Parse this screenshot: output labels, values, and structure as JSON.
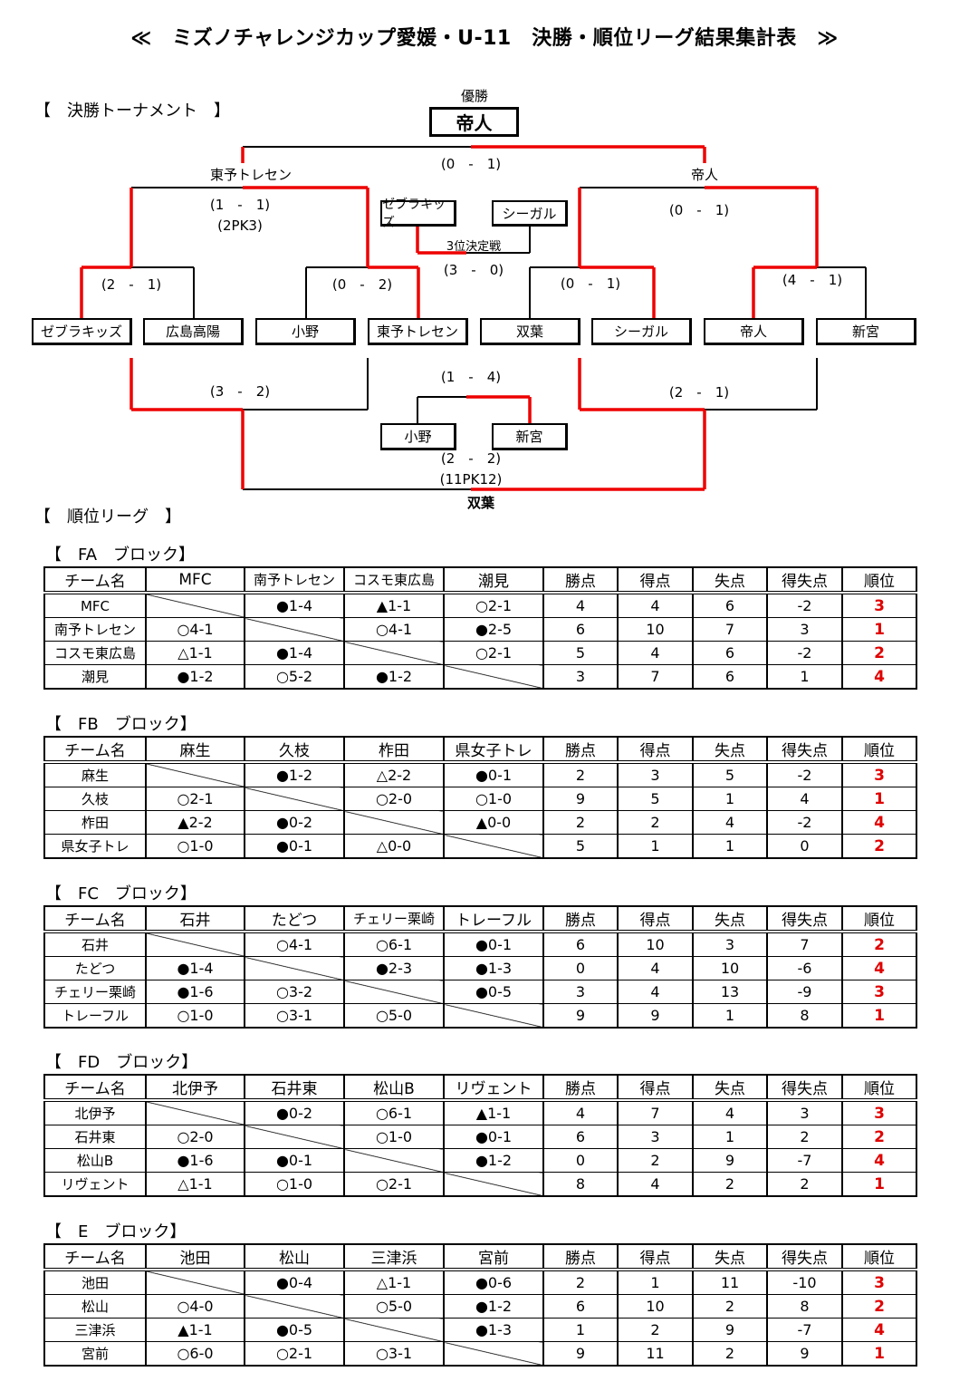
{
  "title": "≪　ミズノチャレンジカップ愛媛・U-11　決勝・順位リーグ結果集計表　≫",
  "tournament": {
    "heading": "【　決勝トーナメント　】",
    "champion_label": "優勝",
    "champion": "帝人",
    "final_score": "(0　-　1)",
    "finalist_left": "東予トレセン",
    "finalist_right": "帝人",
    "sf_left_score": "(1　-　1)",
    "sf_left_pk": "(2PK3)",
    "sf_right_score": "(0　-　1)",
    "qf_scores": [
      "(2　-　1)",
      "(0　-　2)",
      "(0　-　1)",
      "(4　-　1)"
    ],
    "teams": [
      "ゼブラキッズ",
      "広島高陽",
      "小野",
      "東予トレセン",
      "双葉",
      "シーガル",
      "帝人",
      "新宮"
    ],
    "third_place": {
      "label": "3位決定戦",
      "team_a": "ゼブラキッズ",
      "team_b": "シーガル",
      "score": "(3　-　0)"
    },
    "lower_left_score": "(3　-　2)",
    "lower_right_score": "(2　-　1)",
    "lower_mid": {
      "team_a": "小野",
      "team_b": "新宮",
      "score": "(1　-　4)"
    },
    "lower_final_score": "(2　-　2)",
    "lower_final_pk": "(11PK12)",
    "lower_winner": "双葉"
  },
  "league": {
    "heading": "【　順位リーグ　】",
    "stat_headers": [
      "勝点",
      "得点",
      "失点",
      "得失点",
      "順位"
    ],
    "team_header": "チーム名",
    "blocks": [
      {
        "title": "【　FA　ブロック】",
        "teams": [
          "MFC",
          "南予トレセン",
          "コスモ東広島",
          "潮見"
        ],
        "rows": [
          {
            "name": "MFC",
            "results": [
              null,
              "●1-4",
              "▲1-1",
              "○2-1"
            ],
            "stats": [
              "4",
              "4",
              "6",
              "-2",
              "3"
            ]
          },
          {
            "name": "南予トレセン",
            "results": [
              "○4-1",
              null,
              "○4-1",
              "●2-5"
            ],
            "stats": [
              "6",
              "10",
              "7",
              "3",
              "1"
            ]
          },
          {
            "name": "コスモ東広島",
            "results": [
              "△1-1",
              "●1-4",
              null,
              "○2-1"
            ],
            "stats": [
              "5",
              "4",
              "6",
              "-2",
              "2"
            ]
          },
          {
            "name": "潮見",
            "results": [
              "●1-2",
              "○5-2",
              "●1-2",
              null
            ],
            "stats": [
              "3",
              "7",
              "6",
              "1",
              "4"
            ]
          }
        ]
      },
      {
        "title": "【　FB　ブロック】",
        "teams": [
          "麻生",
          "久枝",
          "柞田",
          "県女子トレ"
        ],
        "rows": [
          {
            "name": "麻生",
            "results": [
              null,
              "●1-2",
              "△2-2",
              "●0-1"
            ],
            "stats": [
              "2",
              "3",
              "5",
              "-2",
              "3"
            ]
          },
          {
            "name": "久枝",
            "results": [
              "○2-1",
              null,
              "○2-0",
              "○1-0"
            ],
            "stats": [
              "9",
              "5",
              "1",
              "4",
              "1"
            ]
          },
          {
            "name": "柞田",
            "results": [
              "▲2-2",
              "●0-2",
              null,
              "▲0-0"
            ],
            "stats": [
              "2",
              "2",
              "4",
              "-2",
              "4"
            ]
          },
          {
            "name": "県女子トレ",
            "results": [
              "○1-0",
              "●0-1",
              "△0-0",
              null
            ],
            "stats": [
              "5",
              "1",
              "1",
              "0",
              "2"
            ]
          }
        ]
      },
      {
        "title": "【　FC　ブロック】",
        "teams": [
          "石井",
          "たどつ",
          "チェリー栗崎",
          "トレーフル"
        ],
        "rows": [
          {
            "name": "石井",
            "results": [
              null,
              "○4-1",
              "○6-1",
              "●0-1"
            ],
            "stats": [
              "6",
              "10",
              "3",
              "7",
              "2"
            ]
          },
          {
            "name": "たどつ",
            "results": [
              "●1-4",
              null,
              "●2-3",
              "●1-3"
            ],
            "stats": [
              "0",
              "4",
              "10",
              "-6",
              "4"
            ]
          },
          {
            "name": "チェリー栗崎",
            "results": [
              "●1-6",
              "○3-2",
              null,
              "●0-5"
            ],
            "stats": [
              "3",
              "4",
              "13",
              "-9",
              "3"
            ]
          },
          {
            "name": "トレーフル",
            "results": [
              "○1-0",
              "○3-1",
              "○5-0",
              null
            ],
            "stats": [
              "9",
              "9",
              "1",
              "8",
              "1"
            ]
          }
        ]
      },
      {
        "title": "【　FD　ブロック】",
        "teams": [
          "北伊予",
          "石井東",
          "松山B",
          "リヴェント"
        ],
        "rows": [
          {
            "name": "北伊予",
            "results": [
              null,
              "●0-2",
              "○6-1",
              "▲1-1"
            ],
            "stats": [
              "4",
              "7",
              "4",
              "3",
              "3"
            ]
          },
          {
            "name": "石井東",
            "results": [
              "○2-0",
              null,
              "○1-0",
              "●0-1"
            ],
            "stats": [
              "6",
              "3",
              "1",
              "2",
              "2"
            ]
          },
          {
            "name": "松山B",
            "results": [
              "●1-6",
              "●0-1",
              null,
              "●1-2"
            ],
            "stats": [
              "0",
              "2",
              "9",
              "-7",
              "4"
            ]
          },
          {
            "name": "リヴェント",
            "results": [
              "△1-1",
              "○1-0",
              "○2-1",
              null
            ],
            "stats": [
              "8",
              "4",
              "2",
              "2",
              "1"
            ]
          }
        ]
      },
      {
        "title": "【　E　ブロック】",
        "teams": [
          "池田",
          "松山",
          "三津浜",
          "宮前"
        ],
        "rows": [
          {
            "name": "池田",
            "results": [
              null,
              "●0-4",
              "△1-1",
              "●0-6"
            ],
            "stats": [
              "2",
              "1",
              "11",
              "-10",
              "3"
            ]
          },
          {
            "name": "松山",
            "results": [
              "○4-0",
              null,
              "○5-0",
              "●1-2"
            ],
            "stats": [
              "6",
              "10",
              "2",
              "8",
              "2"
            ]
          },
          {
            "name": "三津浜",
            "results": [
              "▲1-1",
              "●0-5",
              null,
              "●1-3"
            ],
            "stats": [
              "1",
              "2",
              "9",
              "-7",
              "4"
            ]
          },
          {
            "name": "宮前",
            "results": [
              "○6-0",
              "○2-1",
              "○3-1",
              null
            ],
            "stats": [
              "9",
              "11",
              "2",
              "9",
              "1"
            ]
          }
        ]
      }
    ]
  },
  "colors": {
    "winner_line": "#ee0000",
    "rank_text": "#e00000"
  }
}
